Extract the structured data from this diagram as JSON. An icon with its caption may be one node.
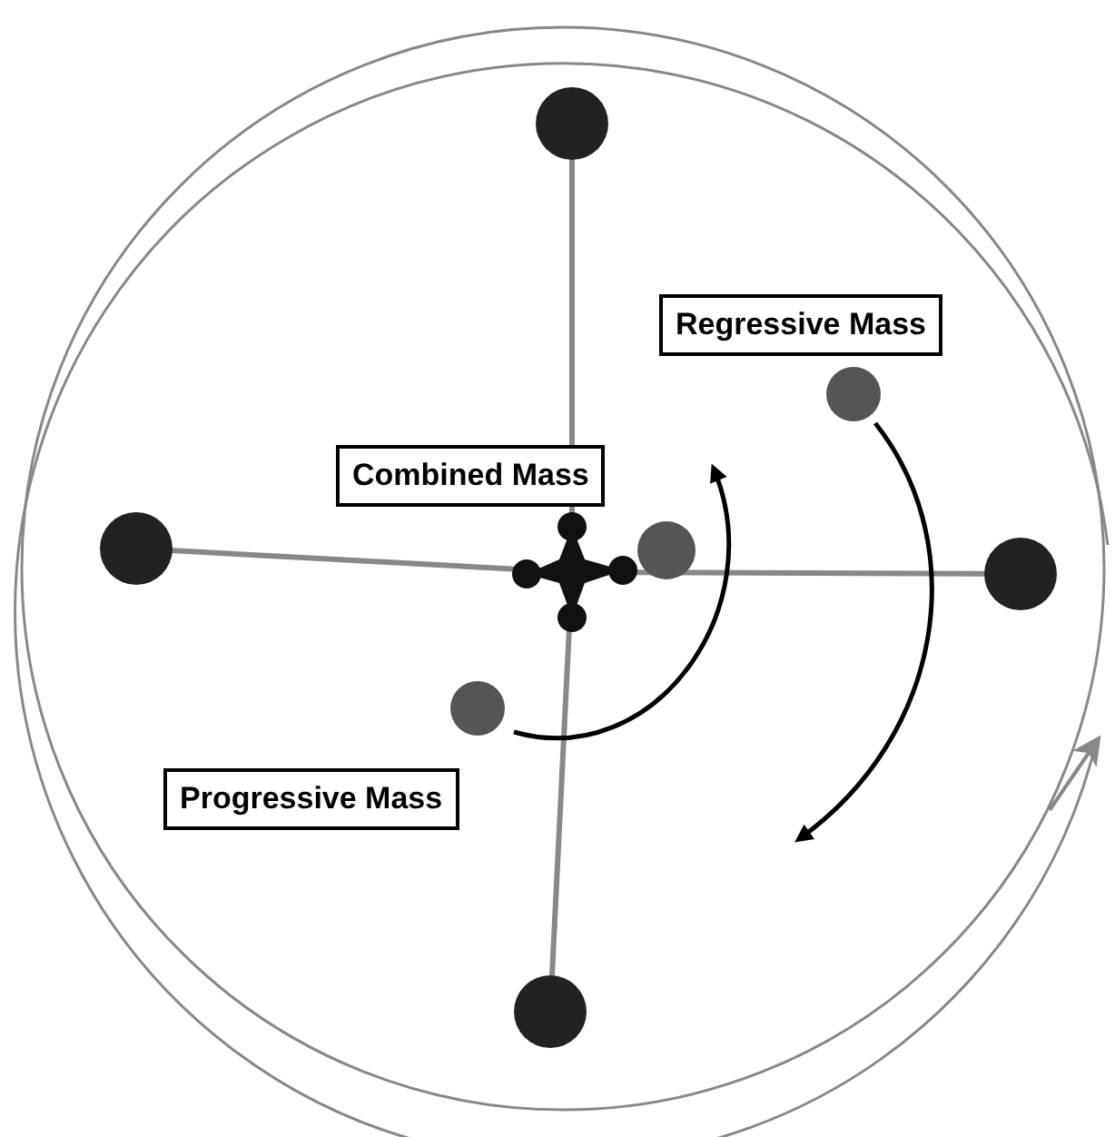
{
  "diagram": {
    "nodes": [
      {
        "text": [
          "Regressive Mass"
        ]
      },
      {
        "text": [
          "Combined Mass"
        ]
      },
      {
        "text": [
          "Progressive Mass"
        ]
      }
    ]
  }
}
